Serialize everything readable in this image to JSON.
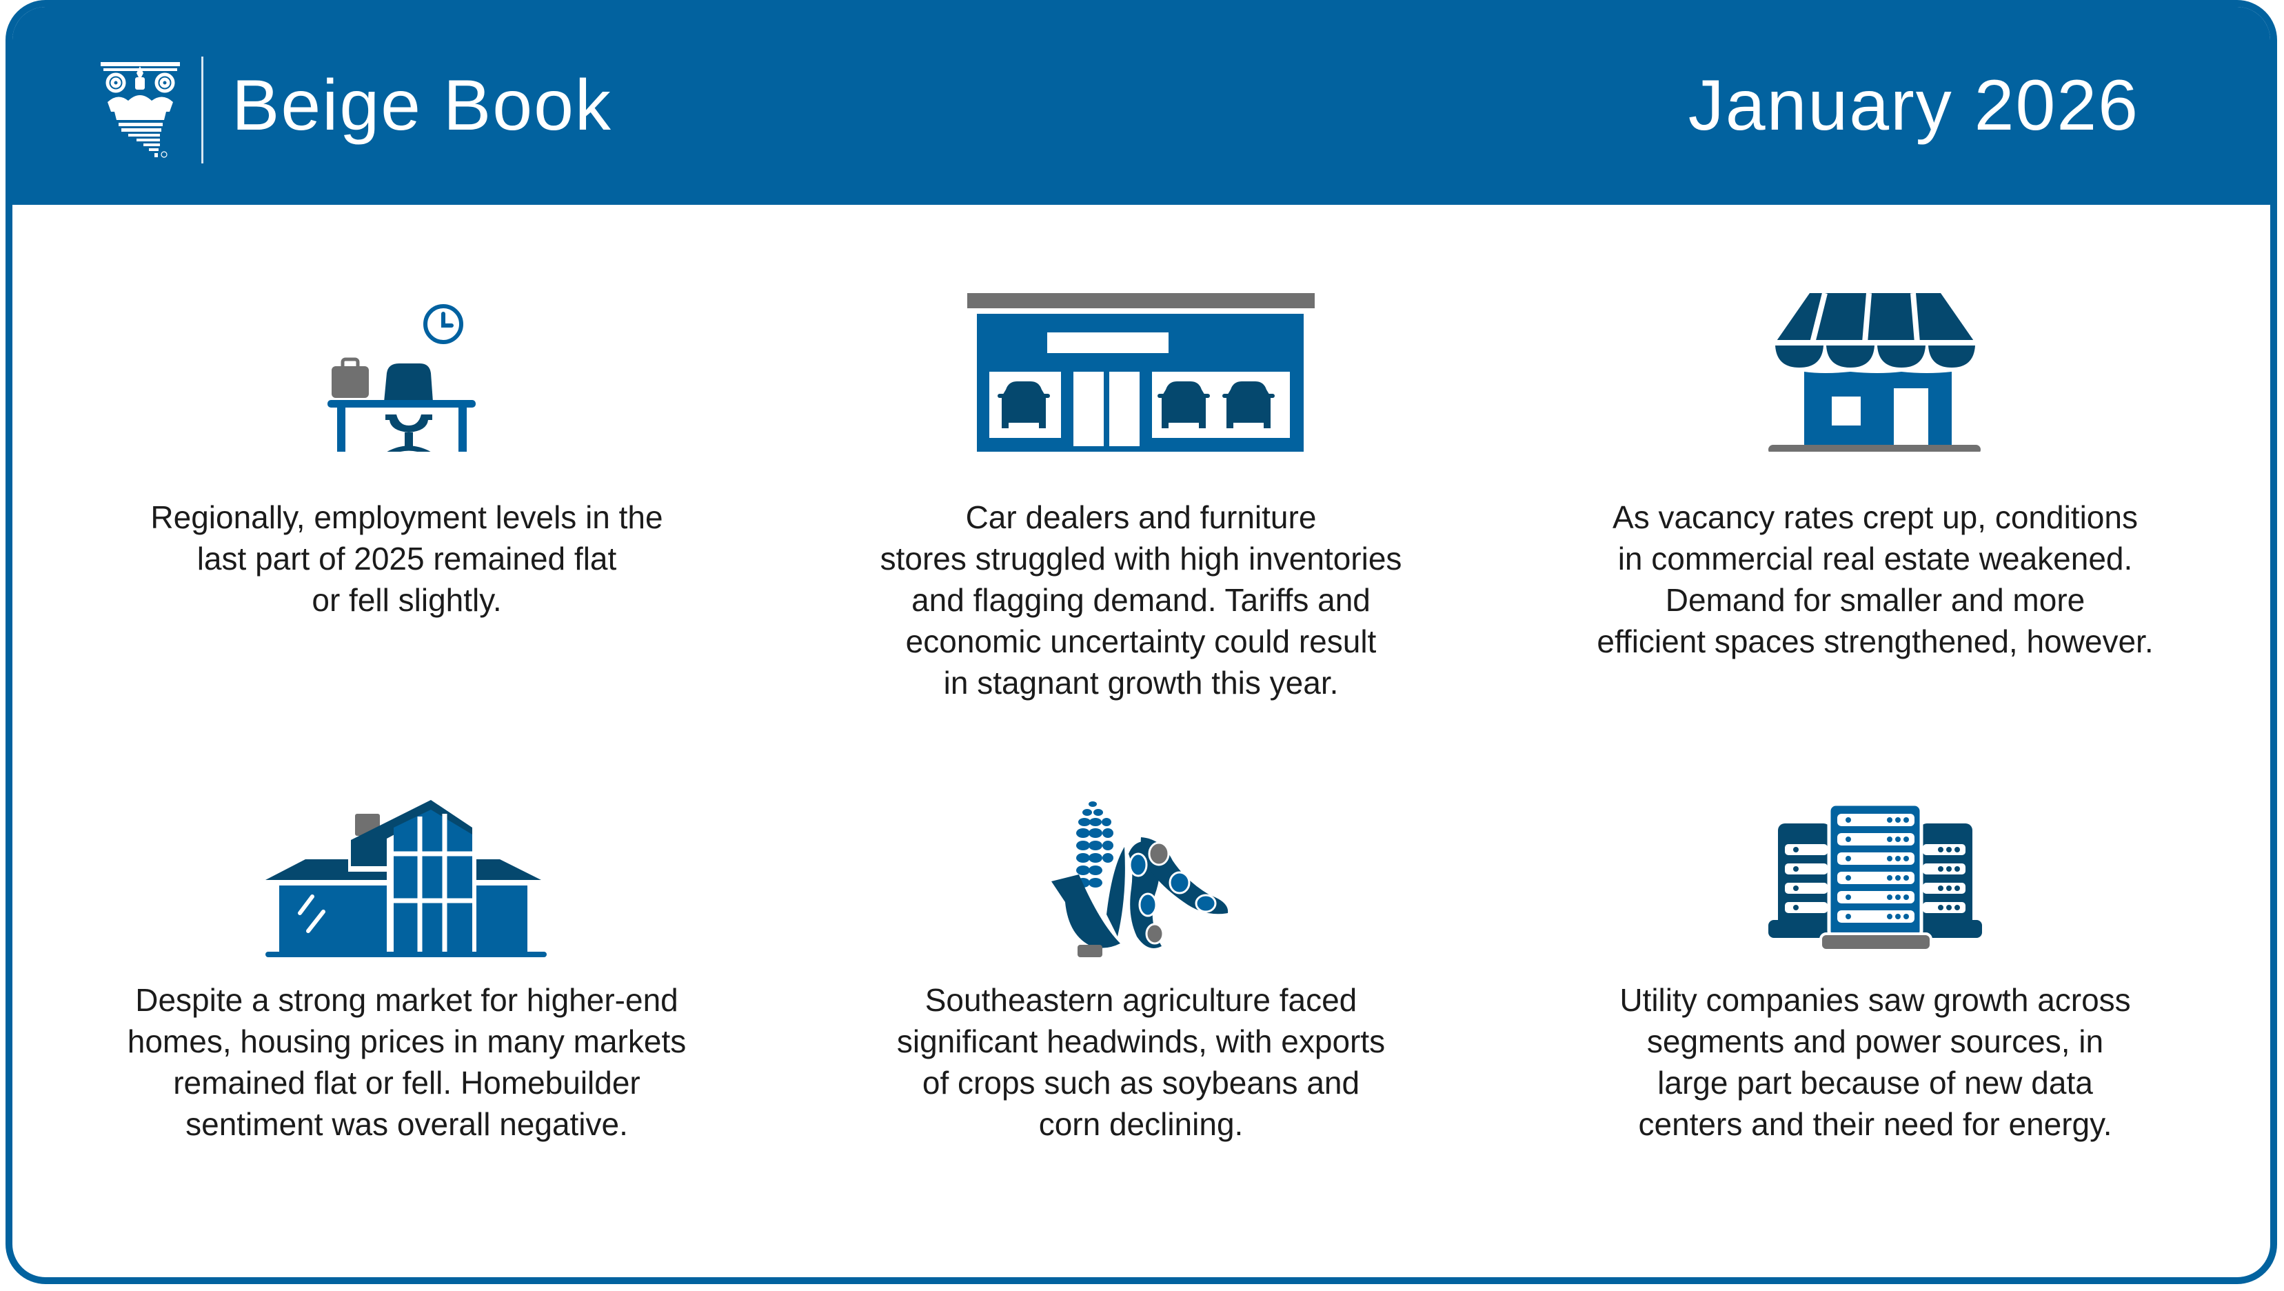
{
  "header": {
    "title": "Beige Book",
    "date": "January 2026",
    "logo_icon": "corinthian-column-logo-icon",
    "colors": {
      "header_bg": "#02629f",
      "accent_dark": "#05486e",
      "accent_mid": "#0061a0",
      "accent_gray": "#707070"
    }
  },
  "panels": [
    {
      "icon": "office-desk-icon",
      "lines": [
        "Regionally, employment levels in the",
        "last part of 2025 remained flat",
        "or fell slightly."
      ]
    },
    {
      "icon": "car-dealership-icon",
      "lines": [
        "Car dealers and furniture",
        "stores struggled with high inventories",
        "and flagging demand. Tariffs and",
        "economic uncertainty could result",
        "in stagnant growth this year."
      ]
    },
    {
      "icon": "storefront-icon",
      "lines": [
        "As vacancy rates crept up, conditions",
        "in commercial real estate weakened.",
        "Demand for smaller and more",
        "efficient spaces strengthened, however."
      ]
    },
    {
      "icon": "house-icon",
      "lines": [
        "Despite a strong market for higher-end",
        "homes, housing prices in many markets",
        "remained flat or fell. Homebuilder",
        "sentiment was overall negative."
      ]
    },
    {
      "icon": "corn-soybean-icon",
      "lines": [
        "Southeastern agriculture faced",
        "significant headwinds, with exports",
        "of crops such as soybeans and",
        "corn declining."
      ]
    },
    {
      "icon": "data-center-servers-icon",
      "lines": [
        "Utility companies saw growth across",
        "segments and power sources, in",
        "large part because of new data",
        "centers and their need for energy."
      ]
    }
  ]
}
